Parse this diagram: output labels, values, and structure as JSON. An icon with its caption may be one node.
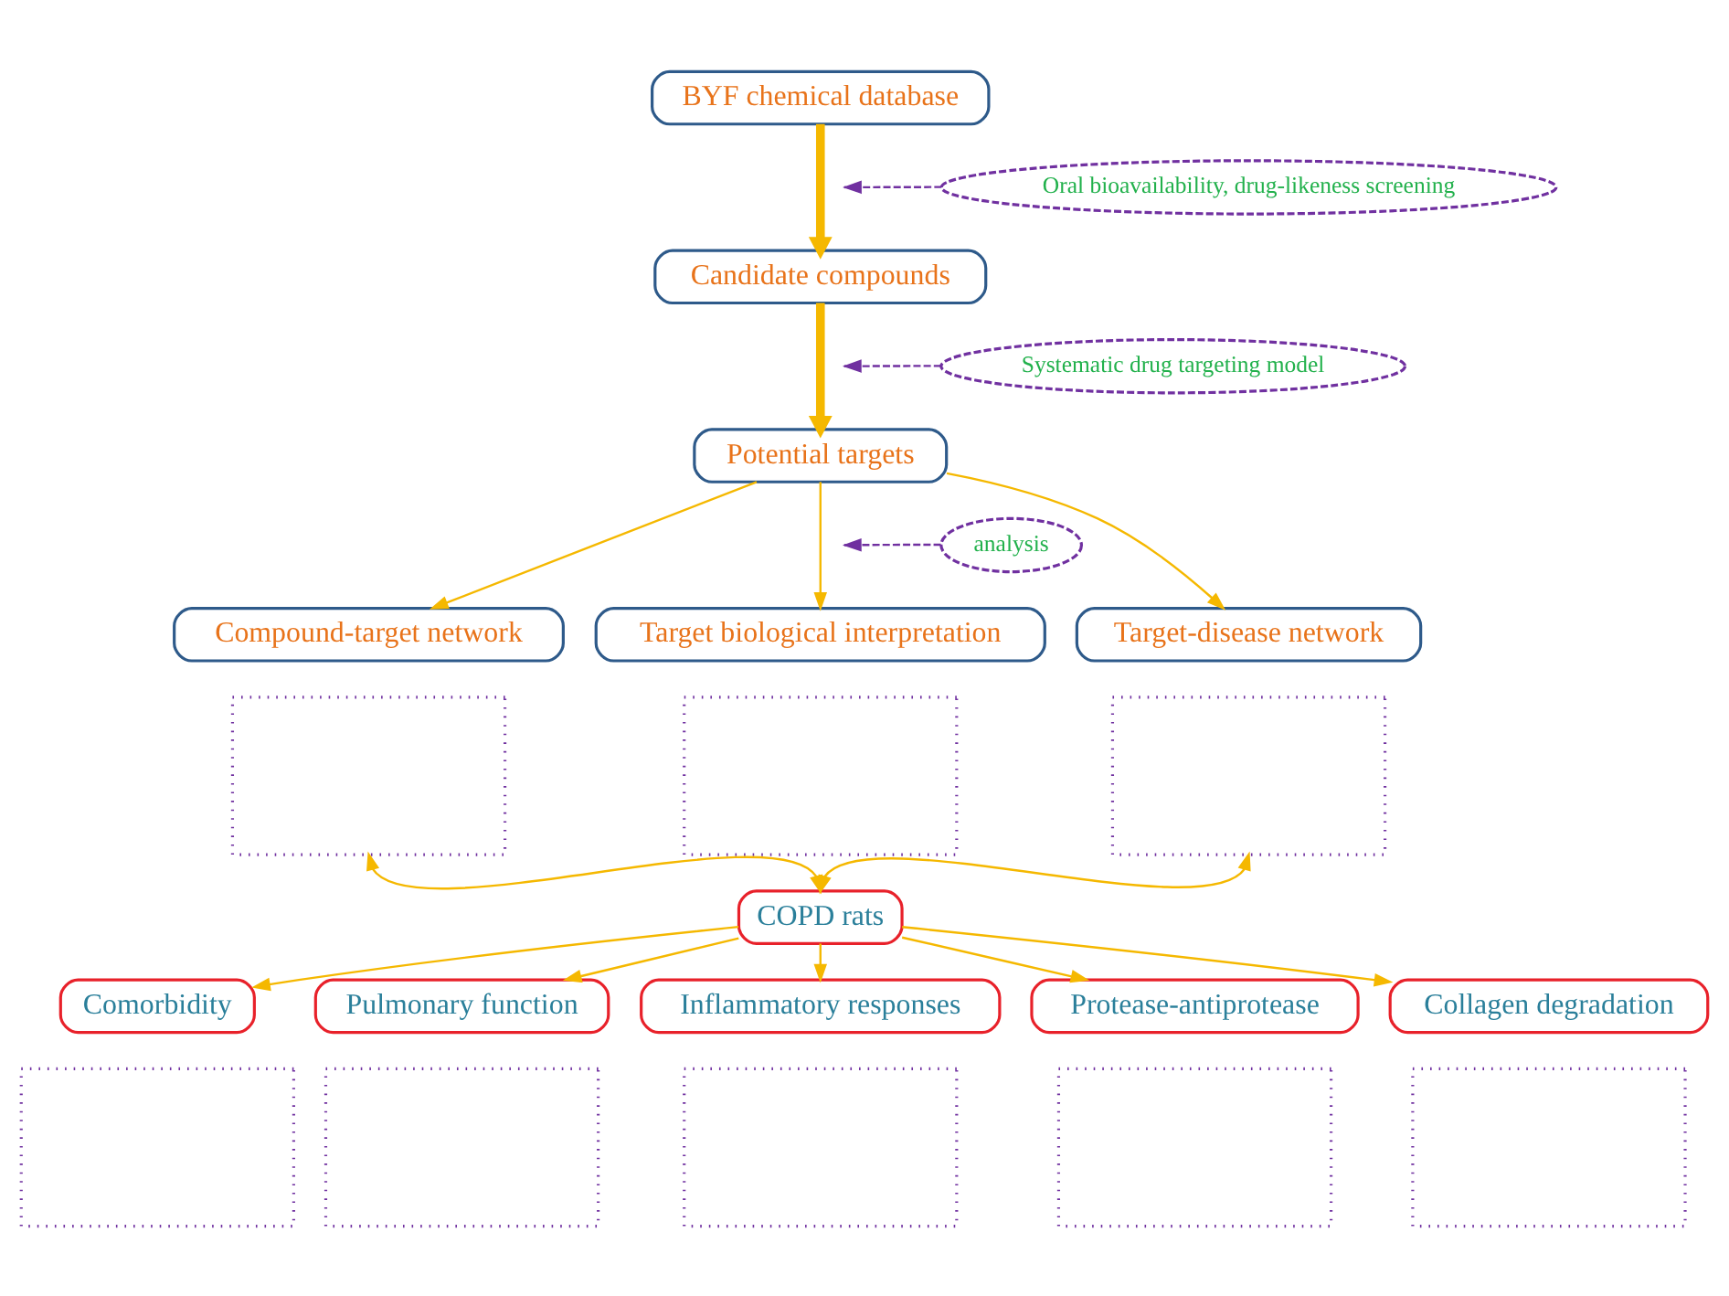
{
  "diagram": {
    "nodes": [
      {
        "text": [
          "BYF chemical database"
        ]
      },
      {
        "text": [
          "Oral bioavailability, drug-likeness screening"
        ]
      },
      {
        "text": [
          "Candidate compounds"
        ]
      },
      {
        "text": [
          "Systematic drug targeting model"
        ]
      },
      {
        "text": [
          "Potential targets"
        ]
      },
      {
        "text": [
          "analysis"
        ]
      },
      {
        "text": [
          "Compound-target network"
        ]
      },
      {
        "text": [
          "Target biological interpretation"
        ]
      },
      {
        "text": [
          "Target-disease network"
        ]
      },
      {
        "text": [],
        "shape": "box"
      },
      {
        "text": [],
        "shape": "box"
      },
      {
        "text": [],
        "shape": "box"
      },
      {
        "text": [
          "COPD rats"
        ]
      },
      {
        "text": [
          "Comorbidity"
        ]
      },
      {
        "text": [
          "Pulmonary function"
        ]
      },
      {
        "text": [
          "Inflammatory responses"
        ]
      },
      {
        "text": [
          "Protease-antiprotease"
        ]
      },
      {
        "text": [
          "Collagen degradation"
        ]
      },
      {
        "text": [],
        "shape": "box"
      },
      {
        "text": [],
        "shape": "box"
      },
      {
        "text": [],
        "shape": "box"
      },
      {
        "text": [],
        "shape": "box"
      },
      {
        "text": [],
        "shape": "box"
      }
    ],
    "edges": [
      {
        "from": 0,
        "to": 2,
        "arrow": "to",
        "style": "thick"
      },
      {
        "from": 1,
        "to": null,
        "arrow": "to",
        "style": "dashed",
        "color": "#7030a0"
      },
      {
        "from": 2,
        "to": 4,
        "arrow": "to",
        "style": "thick"
      },
      {
        "from": 3,
        "to": null,
        "arrow": "to",
        "style": "dashed",
        "color": "#7030a0"
      },
      {
        "from": 4,
        "to": 6,
        "arrow": "to"
      },
      {
        "from": 4,
        "to": 7,
        "arrow": "to"
      },
      {
        "from": 4,
        "to": 8,
        "arrow": "to"
      },
      {
        "from": 5,
        "to": null,
        "arrow": "to",
        "style": "dashed",
        "color": "#7030a0"
      },
      {
        "from": 12,
        "to": 9,
        "arrow": "both"
      },
      {
        "from": 12,
        "to": 11,
        "arrow": "both"
      },
      {
        "from": 12,
        "to": 13,
        "arrow": "to"
      },
      {
        "from": 12,
        "to": 14,
        "arrow": "to"
      },
      {
        "from": 12,
        "to": 15,
        "arrow": "to"
      },
      {
        "from": 12,
        "to": 16,
        "arrow": "to"
      },
      {
        "from": 12,
        "to": 17,
        "arrow": "to"
      }
    ]
  }
}
